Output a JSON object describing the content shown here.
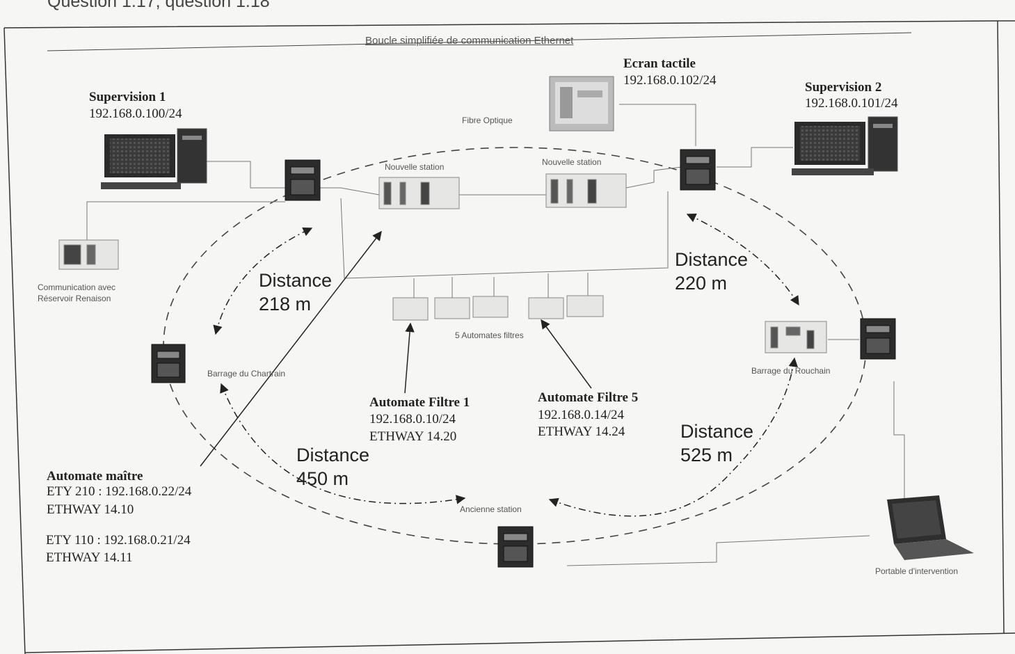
{
  "header": "Question 1.17; question 1.18",
  "diagram_title": "Boucle simplifiée de communication Ethernet",
  "nodes": {
    "supervision1": {
      "name": "Supervision 1",
      "ip": "192.168.0.100/24"
    },
    "supervision2": {
      "name": "Supervision 2",
      "ip": "192.168.0.101/24"
    },
    "ecran": {
      "name": "Ecran tactile",
      "ip": "192.168.0.102/24"
    },
    "fibre": "Fibre Optique",
    "nouvelle1": "Nouvelle station",
    "nouvelle2": "Nouvelle station",
    "comm": {
      "line1": "Communication avec",
      "line2": "Réservoir Renaison"
    },
    "barrage_chartrain": "Barrage du Chartrain",
    "automates_filtres": "5 Automates filtres",
    "barrage_rouchain": "Barrage du Rouchain",
    "ancienne": "Ancienne station",
    "portable": "Portable d'intervention",
    "filtre1": {
      "name": "Automate Filtre 1",
      "ip": "192.168.0.10/24",
      "ethway": "ETHWAY 14.20"
    },
    "filtre5": {
      "name": "Automate Filtre 5",
      "ip": "192.168.0.14/24",
      "ethway": "ETHWAY 14.24"
    },
    "maitre": {
      "name": "Automate maître",
      "ety210": "ETY 210 : 192.168.0.22/24",
      "ethway1": "ETHWAY 14.10",
      "ety110": "ETY 110 : 192.168.0.21/24",
      "ethway2": "ETHWAY 14.11"
    }
  },
  "distances": {
    "d218": {
      "label": "Distance",
      "value": "218 m"
    },
    "d220": {
      "label": "Distance",
      "value": "220 m"
    },
    "d450": {
      "label": "Distance",
      "value": "450 m"
    },
    "d525": {
      "label": "Distance",
      "value": "525 m"
    }
  }
}
